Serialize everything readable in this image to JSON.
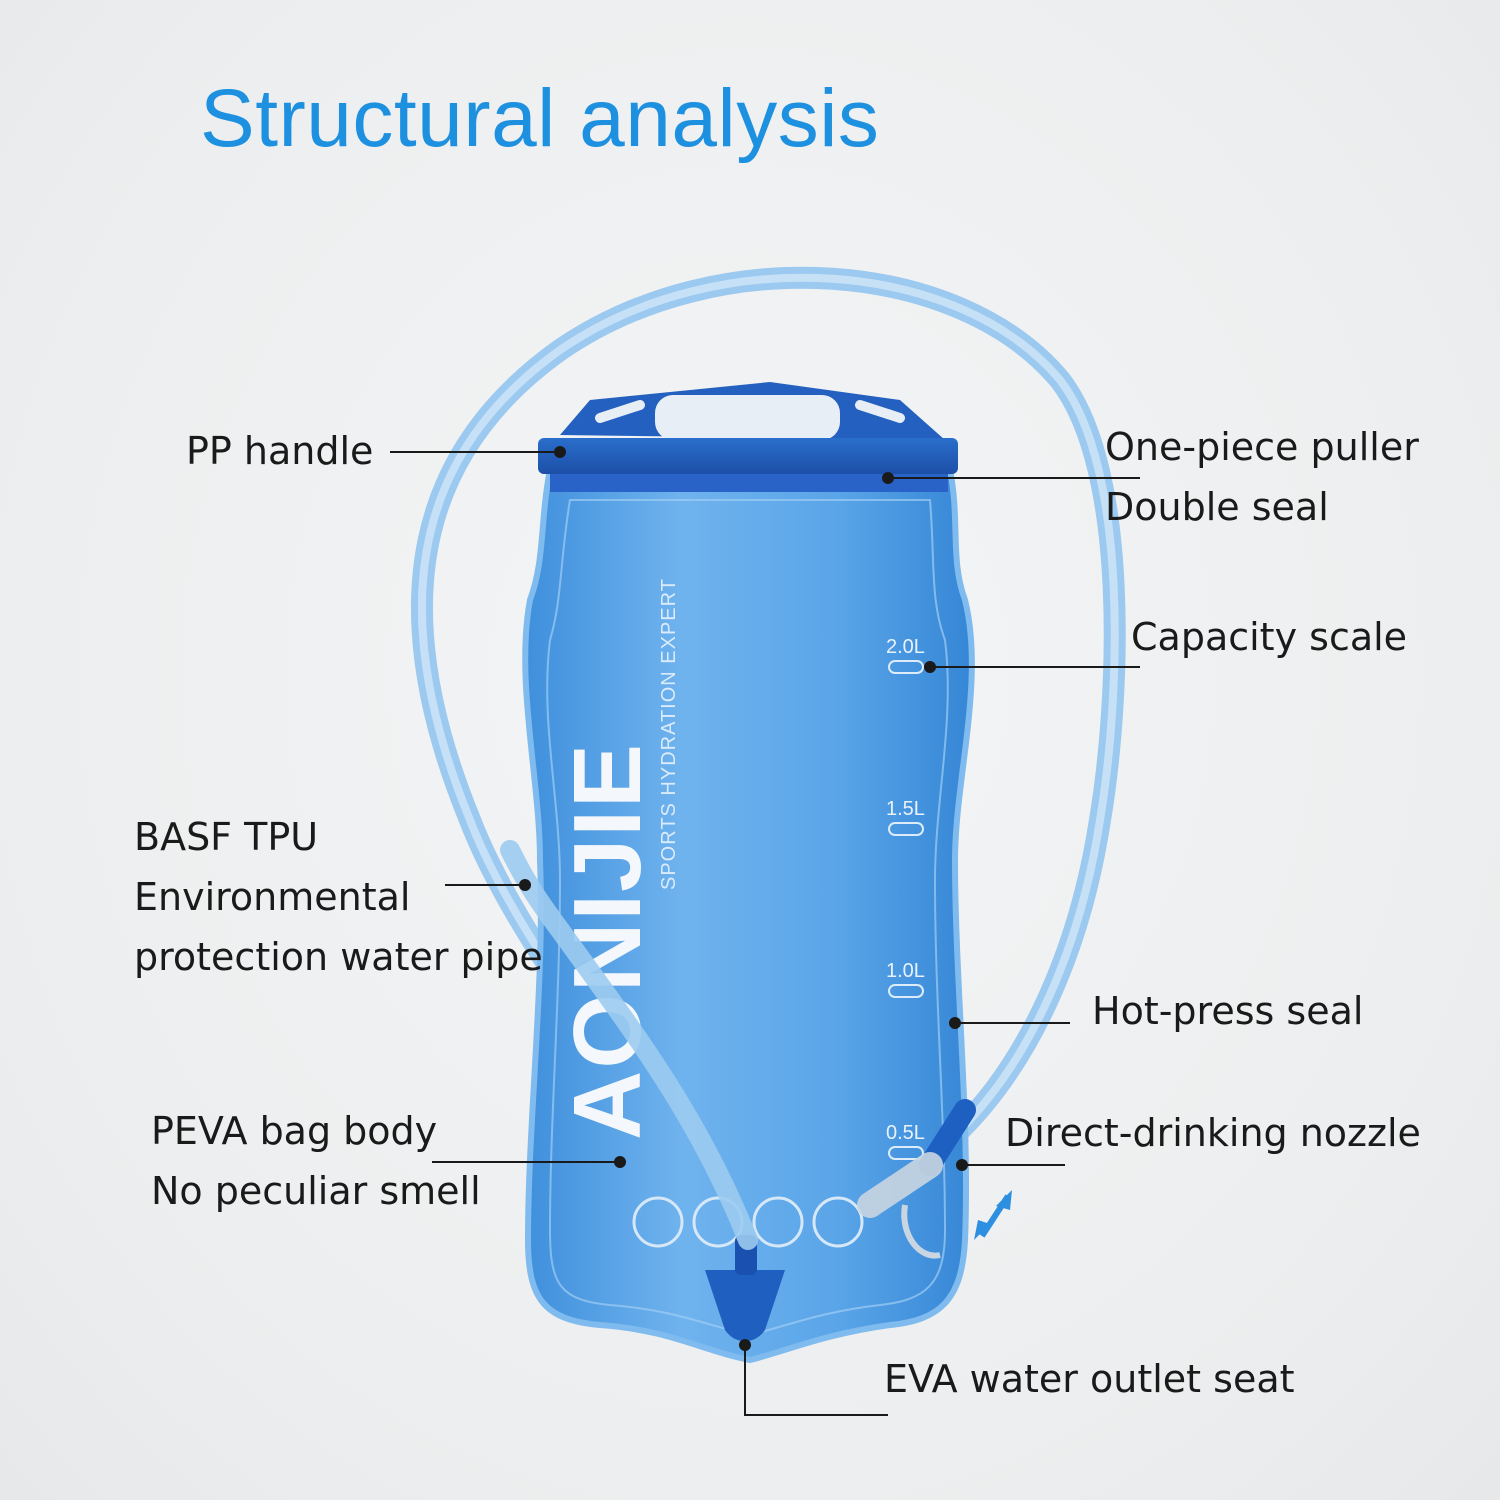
{
  "title": "Structural analysis",
  "brand": {
    "logo": "AONIJIE",
    "tagline": "SPORTS HYDRATION EXPERT"
  },
  "scale_marks": [
    "2.0L",
    "1.5L",
    "1.0L",
    "0.5L"
  ],
  "callouts": {
    "pp_handle": [
      "PP handle"
    ],
    "puller": [
      "One-piece puller",
      "Double seal"
    ],
    "capacity": [
      "Capacity scale"
    ],
    "pipe": [
      "BASF TPU",
      "Environmental",
      "protection water pipe"
    ],
    "hot_press": [
      "Hot-press seal"
    ],
    "bag_body": [
      "PEVA bag body",
      "No peculiar smell"
    ],
    "nozzle": [
      "Direct-drinking nozzle"
    ],
    "outlet": [
      "EVA water outlet seat"
    ]
  },
  "colors": {
    "title": "#1e90e0",
    "bag": "#4a9ee0",
    "bag_dark": "#1f6fc4",
    "tube": "#6fb0e8",
    "text": "#1a1a1a"
  }
}
